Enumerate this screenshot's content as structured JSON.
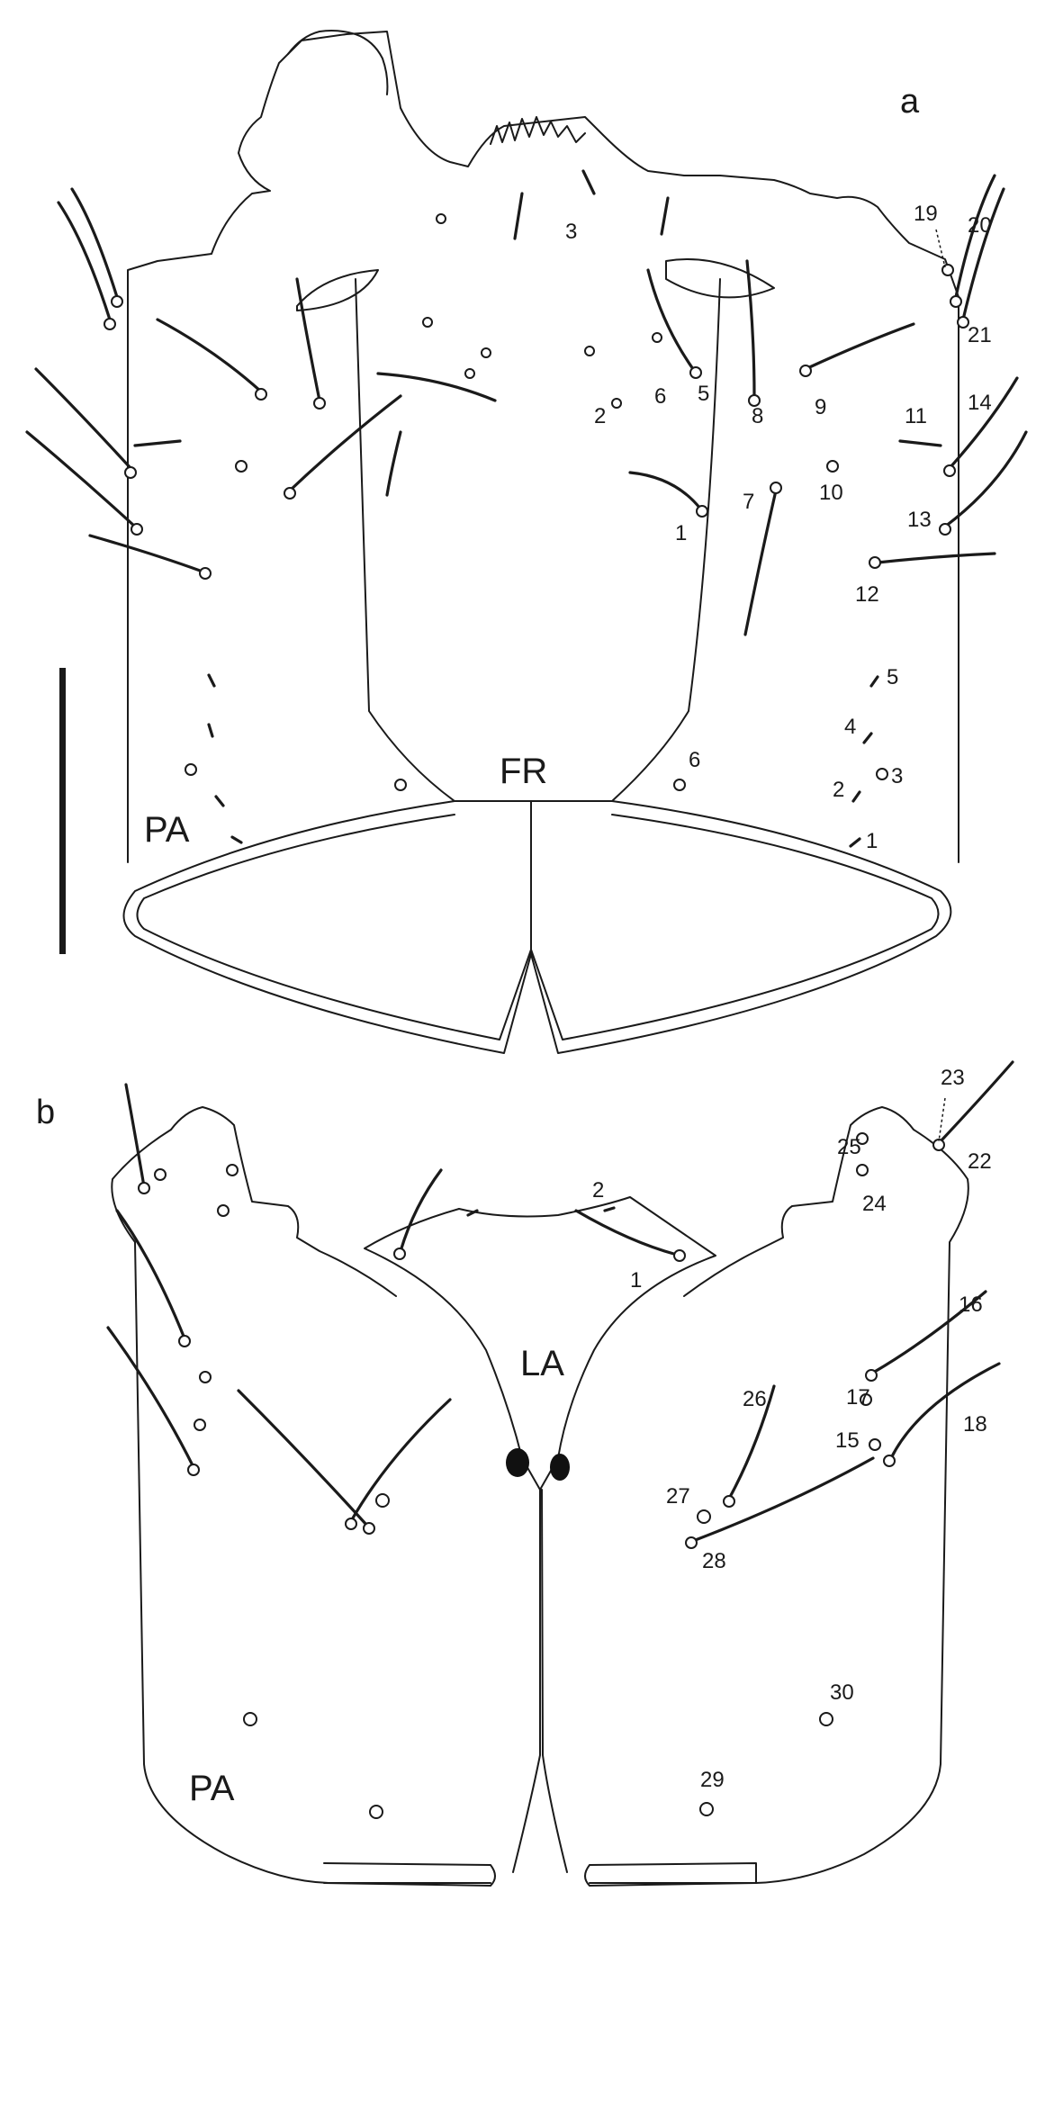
{
  "panels": {
    "a": {
      "panel_label": "a",
      "regions": {
        "frons": "FR",
        "parietal": "PA"
      },
      "setae_labels": [
        "1",
        "2",
        "3",
        "5",
        "6",
        "7",
        "8",
        "9",
        "10",
        "11",
        "12",
        "13",
        "14",
        "19",
        "20",
        "21"
      ],
      "lateral_labels": [
        "1",
        "2",
        "3",
        "4",
        "5",
        "6"
      ]
    },
    "b": {
      "panel_label": "b",
      "regions": {
        "labium": "LA",
        "parietal": "PA"
      },
      "labium_labels": [
        "1",
        "2"
      ],
      "setae_labels": [
        "15",
        "16",
        "17",
        "18",
        "22",
        "23",
        "24",
        "25",
        "26",
        "27",
        "28",
        "29",
        "30"
      ]
    }
  },
  "scale_bar": {
    "visible": true,
    "color": "#1a1a1a"
  },
  "colors": {
    "line": "#1a1a1a",
    "background": "#ffffff"
  }
}
